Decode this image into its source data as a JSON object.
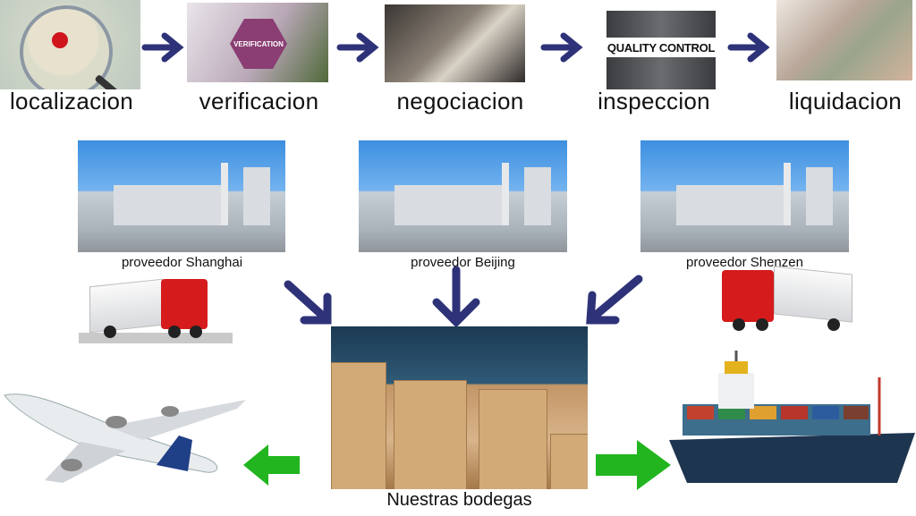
{
  "process_steps": [
    {
      "label": "localizacion",
      "icon": "map-magnifier-icon"
    },
    {
      "label": "verificacion",
      "icon": "verification-icon",
      "image_text": "VERIFICATION"
    },
    {
      "label": "negociacion",
      "icon": "handshake-icon"
    },
    {
      "label": "inspeccion",
      "icon": "quality-control-icon",
      "image_text": "QUALITY CONTROL"
    },
    {
      "label": "liquidacion",
      "icon": "money-icon"
    }
  ],
  "suppliers": [
    {
      "label": "proveedor Shanghai"
    },
    {
      "label": "proveedor Beijing"
    },
    {
      "label": "proveedor Shenzen"
    }
  ],
  "warehouse": {
    "label": "Nuestras bodegas"
  },
  "colors": {
    "step_arrow": "#2e3278",
    "export_arrow": "#22b51f",
    "truck_cab": "#d51b1b"
  }
}
